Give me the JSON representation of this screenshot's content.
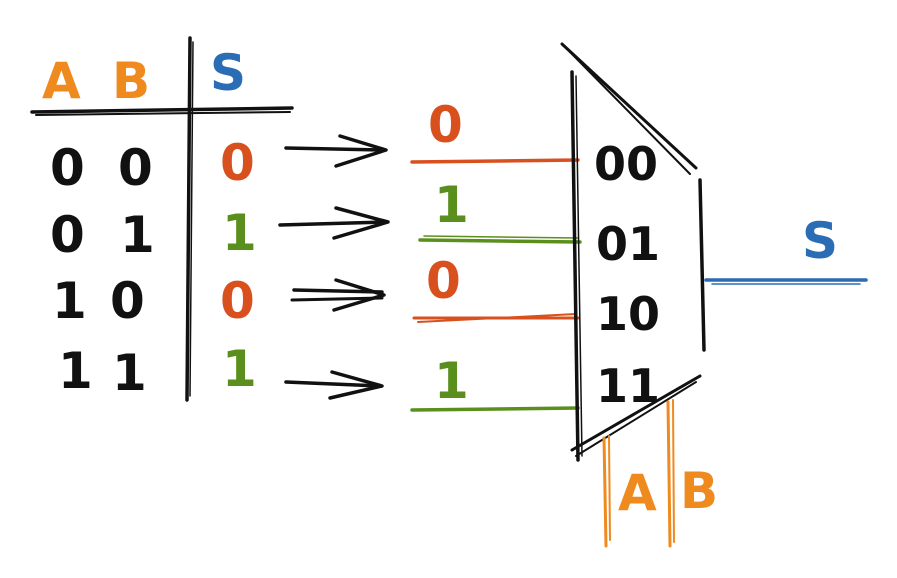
{
  "colors": {
    "black": "#111111",
    "orange": "#ef8a1f",
    "red": "#d9501f",
    "green": "#5a8f1e",
    "blue": "#2a6db5"
  },
  "truth_table": {
    "header_a": "A",
    "header_b": "B",
    "header_s": "S",
    "rows": [
      {
        "a": "0",
        "b": "0",
        "s": "0"
      },
      {
        "a": "0",
        "b": "1",
        "s": "1"
      },
      {
        "a": "1",
        "b": "0",
        "s": "0"
      },
      {
        "a": "1",
        "b": "1",
        "s": "1"
      }
    ]
  },
  "mux": {
    "inputs": [
      {
        "value": "0",
        "select_code": "00"
      },
      {
        "value": "1",
        "select_code": "01"
      },
      {
        "value": "0",
        "select_code": "10"
      },
      {
        "value": "1",
        "select_code": "11"
      }
    ],
    "output_label": "S",
    "select_a": "A",
    "select_b": "B"
  }
}
